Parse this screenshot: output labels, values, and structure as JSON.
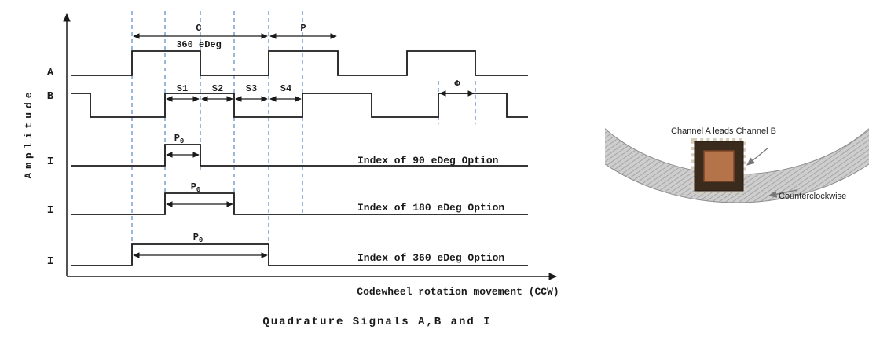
{
  "title": "Quadrature Signals A,B and I",
  "axes": {
    "y_label": "Amplitude",
    "x_label": "Codewheel rotation movement (CCW)"
  },
  "signals": {
    "a": "A",
    "b": "B",
    "i90": "I",
    "i180": "I",
    "i360": "I"
  },
  "annotations": {
    "c": "C",
    "p": "P",
    "cycle": "360 eDeg",
    "s1": "S1",
    "s2": "S2",
    "s3": "S3",
    "s4": "S4",
    "phi": "Φ",
    "p0_base": "P",
    "p0_sub": "0",
    "index90": "Index of 90 eDeg Option",
    "index180": "Index of 180 eDeg Option",
    "index360": "Index of 360 eDeg Option"
  },
  "encoder_figure": {
    "channel_label": "Channel A leads Channel B",
    "direction_label": "Counterclockwise"
  },
  "colors": {
    "waveform": "#1a1a1a",
    "dashed_guide": "#5b87c5",
    "chip_body": "#3a2b1d",
    "chip_die": "#b5734a",
    "track_fill": "#cecece",
    "track_hatch": "#9b9b9b"
  }
}
